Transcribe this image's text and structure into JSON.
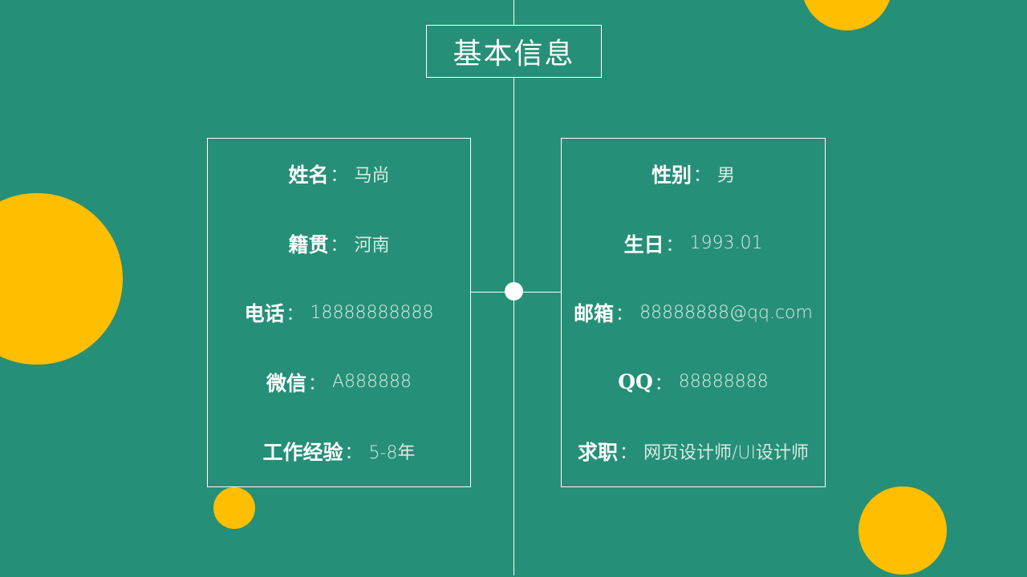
{
  "title": "基本信息",
  "colors": {
    "background": "#268f77",
    "accent": "#ffbe00",
    "line": "#ffffff"
  },
  "left_card": [
    {
      "label": "姓名",
      "value": "马尚"
    },
    {
      "label": "籍贯",
      "value": "河南"
    },
    {
      "label": "电话",
      "value": "18888888888"
    },
    {
      "label": "微信",
      "value": "A888888"
    },
    {
      "label": "工作经验",
      "value": "5-8年"
    }
  ],
  "right_card": [
    {
      "label": "性别",
      "value": "男"
    },
    {
      "label": "生日",
      "value": "1993.01"
    },
    {
      "label": "邮箱",
      "value": "88888888@qq.com"
    },
    {
      "label": "QQ",
      "value": "88888888"
    },
    {
      "label": "求职",
      "value": "网页设计师/UI设计师"
    }
  ],
  "separator": "："
}
